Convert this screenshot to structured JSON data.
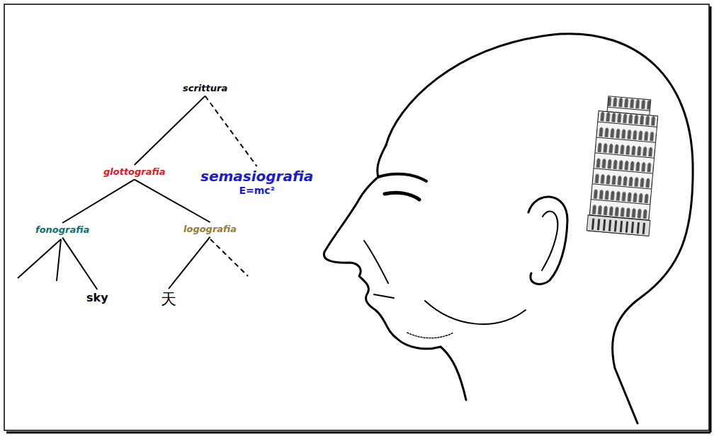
{
  "diagram": {
    "nodes": [
      {
        "text": [
          "scrittura"
        ]
      },
      {
        "text": [
          "glottografia"
        ]
      },
      {
        "text": [
          "semasiografia",
          "E=mc²"
        ]
      },
      {
        "text": [
          "fonografia"
        ]
      },
      {
        "text": [
          "logografia"
        ]
      },
      {
        "text": [
          "sky"
        ]
      },
      {
        "text": [
          "天"
        ]
      }
    ],
    "edges": [
      {
        "from": 0,
        "to": 1,
        "arrow": "none"
      },
      {
        "from": 0,
        "to": 2,
        "arrow": "none"
      },
      {
        "from": 1,
        "to": 3,
        "arrow": "none"
      },
      {
        "from": 1,
        "to": 4,
        "arrow": "none"
      },
      {
        "from": 3,
        "to": 5,
        "arrow": "none"
      },
      {
        "from": 4,
        "to": 6,
        "arrow": "none"
      }
    ]
  }
}
